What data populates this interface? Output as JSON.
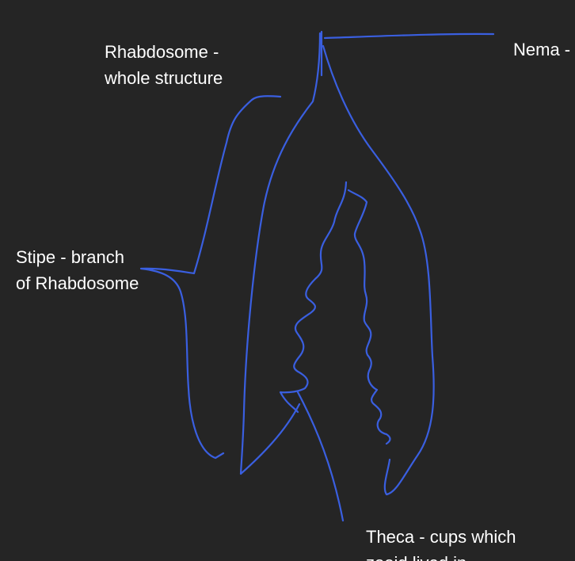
{
  "labels": {
    "rhabdosome": {
      "line1": "Rhabdosome -",
      "line2": "whole structure"
    },
    "nema": {
      "line1": "Nema -"
    },
    "stipe": {
      "line1": "Stipe - branch",
      "line2": "of Rhabdosome"
    },
    "theca": {
      "line1": "Theca - cups which",
      "line2": "zooid lived in"
    }
  },
  "colors": {
    "background": "#252525",
    "ink": "#3a5fe0",
    "text": "#ffffff"
  }
}
